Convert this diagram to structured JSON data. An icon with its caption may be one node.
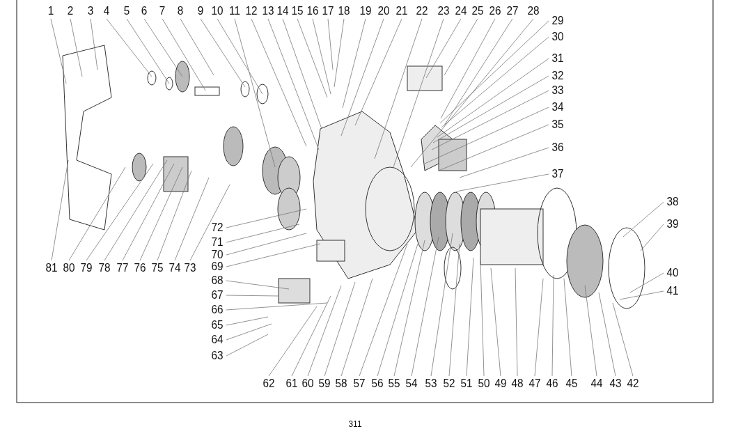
{
  "diagram": {
    "nodes": [
      {
        "text": [
          "1"
        ]
      },
      {
        "text": [
          "2"
        ]
      },
      {
        "text": [
          "3"
        ]
      },
      {
        "text": [
          "4"
        ]
      },
      {
        "text": [
          "5"
        ]
      },
      {
        "text": [
          "6"
        ]
      },
      {
        "text": [
          "7"
        ]
      },
      {
        "text": [
          "8"
        ]
      },
      {
        "text": [
          "9"
        ]
      },
      {
        "text": [
          "10"
        ]
      },
      {
        "text": [
          "11"
        ]
      },
      {
        "text": [
          "12"
        ]
      },
      {
        "text": [
          "13"
        ]
      },
      {
        "text": [
          "14"
        ]
      },
      {
        "text": [
          "15"
        ]
      },
      {
        "text": [
          "16"
        ]
      },
      {
        "text": [
          "17"
        ]
      },
      {
        "text": [
          "18"
        ]
      },
      {
        "text": [
          "19"
        ]
      },
      {
        "text": [
          "20"
        ]
      },
      {
        "text": [
          "21"
        ]
      },
      {
        "text": [
          "22"
        ]
      },
      {
        "text": [
          "23"
        ]
      },
      {
        "text": [
          "24"
        ]
      },
      {
        "text": [
          "25"
        ]
      },
      {
        "text": [
          "26"
        ]
      },
      {
        "text": [
          "27"
        ]
      },
      {
        "text": [
          "28"
        ]
      },
      {
        "text": [
          "29"
        ]
      },
      {
        "text": [
          "30"
        ]
      },
      {
        "text": [
          "31"
        ]
      },
      {
        "text": [
          "32"
        ]
      },
      {
        "text": [
          "33"
        ]
      },
      {
        "text": [
          "34"
        ]
      },
      {
        "text": [
          "35"
        ]
      },
      {
        "text": [
          "36"
        ]
      },
      {
        "text": [
          "37"
        ]
      },
      {
        "text": [
          "38"
        ]
      },
      {
        "text": [
          "39"
        ]
      },
      {
        "text": [
          "40"
        ]
      },
      {
        "text": [
          "41"
        ]
      },
      {
        "text": [
          "42"
        ]
      },
      {
        "text": [
          "43"
        ]
      },
      {
        "text": [
          "44"
        ]
      },
      {
        "text": [
          "45"
        ]
      },
      {
        "text": [
          "46"
        ]
      },
      {
        "text": [
          "47"
        ]
      },
      {
        "text": [
          "48"
        ]
      },
      {
        "text": [
          "49"
        ]
      },
      {
        "text": [
          "50"
        ]
      },
      {
        "text": [
          "51"
        ]
      },
      {
        "text": [
          "52"
        ]
      },
      {
        "text": [
          "53"
        ]
      },
      {
        "text": [
          "54"
        ]
      },
      {
        "text": [
          "55"
        ]
      },
      {
        "text": [
          "56"
        ]
      },
      {
        "text": [
          "57"
        ]
      },
      {
        "text": [
          "58"
        ]
      },
      {
        "text": [
          "59"
        ]
      },
      {
        "text": [
          "60"
        ]
      },
      {
        "text": [
          "61"
        ]
      },
      {
        "text": [
          "62"
        ]
      },
      {
        "text": [
          "63"
        ]
      },
      {
        "text": [
          "64"
        ]
      },
      {
        "text": [
          "65"
        ]
      },
      {
        "text": [
          "66"
        ]
      },
      {
        "text": [
          "67"
        ]
      },
      {
        "text": [
          "68"
        ]
      },
      {
        "text": [
          "69"
        ]
      },
      {
        "text": [
          "70"
        ]
      },
      {
        "text": [
          "71"
        ]
      },
      {
        "text": [
          "72"
        ]
      },
      {
        "text": [
          "73"
        ]
      },
      {
        "text": [
          "74"
        ]
      },
      {
        "text": [
          "75"
        ]
      },
      {
        "text": [
          "76"
        ]
      },
      {
        "text": [
          "77"
        ]
      },
      {
        "text": [
          "78"
        ]
      },
      {
        "text": [
          "79"
        ]
      },
      {
        "text": [
          "80"
        ]
      },
      {
        "text": [
          "81"
        ]
      }
    ],
    "edges": [
      {
        "from": 0,
        "to": null,
        "arrow": "none"
      },
      {
        "from": 1,
        "to": null,
        "arrow": "none"
      },
      {
        "from": 2,
        "to": null,
        "arrow": "none"
      },
      {
        "from": 3,
        "to": null,
        "arrow": "none"
      },
      {
        "from": 4,
        "to": null,
        "arrow": "none"
      },
      {
        "from": 5,
        "to": null,
        "arrow": "none"
      },
      {
        "from": 6,
        "to": null,
        "arrow": "none"
      },
      {
        "from": 7,
        "to": null,
        "arrow": "none"
      },
      {
        "from": 8,
        "to": null,
        "arrow": "none"
      },
      {
        "from": 9,
        "to": null,
        "arrow": "none"
      },
      {
        "from": 10,
        "to": null,
        "arrow": "none"
      },
      {
        "from": 11,
        "to": null,
        "arrow": "none"
      },
      {
        "from": 12,
        "to": null,
        "arrow": "none"
      },
      {
        "from": 13,
        "to": null,
        "arrow": "none"
      },
      {
        "from": 14,
        "to": null,
        "arrow": "none"
      },
      {
        "from": 15,
        "to": null,
        "arrow": "none"
      },
      {
        "from": 16,
        "to": null,
        "arrow": "none"
      },
      {
        "from": 17,
        "to": null,
        "arrow": "none"
      },
      {
        "from": 18,
        "to": null,
        "arrow": "none"
      },
      {
        "from": 19,
        "to": null,
        "arrow": "none"
      },
      {
        "from": 20,
        "to": null,
        "arrow": "none"
      },
      {
        "from": 21,
        "to": null,
        "arrow": "none"
      },
      {
        "from": 22,
        "to": null,
        "arrow": "none"
      },
      {
        "from": 23,
        "to": null,
        "arrow": "none"
      },
      {
        "from": 24,
        "to": null,
        "arrow": "none"
      },
      {
        "from": 25,
        "to": null,
        "arrow": "none"
      },
      {
        "from": 26,
        "to": null,
        "arrow": "none"
      },
      {
        "from": 27,
        "to": null,
        "arrow": "none"
      },
      {
        "from": 28,
        "to": null,
        "arrow": "none"
      },
      {
        "from": 29,
        "to": null,
        "arrow": "none"
      },
      {
        "from": 30,
        "to": null,
        "arrow": "none"
      },
      {
        "from": 31,
        "to": null,
        "arrow": "none"
      },
      {
        "from": 32,
        "to": null,
        "arrow": "none"
      },
      {
        "from": 33,
        "to": null,
        "arrow": "none"
      },
      {
        "from": 34,
        "to": null,
        "arrow": "none"
      },
      {
        "from": 35,
        "to": null,
        "arrow": "none"
      },
      {
        "from": 36,
        "to": null,
        "arrow": "none"
      },
      {
        "from": 37,
        "to": null,
        "arrow": "none"
      },
      {
        "from": 38,
        "to": null,
        "arrow": "none"
      },
      {
        "from": 39,
        "to": null,
        "arrow": "none"
      },
      {
        "from": 40,
        "to": null,
        "arrow": "none"
      },
      {
        "from": 41,
        "to": null,
        "arrow": "none"
      },
      {
        "from": 42,
        "to": null,
        "arrow": "none"
      },
      {
        "from": 43,
        "to": null,
        "arrow": "none"
      },
      {
        "from": 44,
        "to": null,
        "arrow": "none"
      },
      {
        "from": 45,
        "to": null,
        "arrow": "none"
      },
      {
        "from": 46,
        "to": null,
        "arrow": "none"
      },
      {
        "from": 47,
        "to": null,
        "arrow": "none"
      },
      {
        "from": 48,
        "to": null,
        "arrow": "none"
      },
      {
        "from": 49,
        "to": null,
        "arrow": "none"
      },
      {
        "from": 50,
        "to": null,
        "arrow": "none"
      },
      {
        "from": 51,
        "to": null,
        "arrow": "none"
      },
      {
        "from": 52,
        "to": null,
        "arrow": "none"
      },
      {
        "from": 53,
        "to": null,
        "arrow": "none"
      },
      {
        "from": 54,
        "to": null,
        "arrow": "none"
      },
      {
        "from": 55,
        "to": null,
        "arrow": "none"
      },
      {
        "from": 56,
        "to": null,
        "arrow": "none"
      },
      {
        "from": 57,
        "to": null,
        "arrow": "none"
      },
      {
        "from": 58,
        "to": null,
        "arrow": "none"
      },
      {
        "from": 59,
        "to": null,
        "arrow": "none"
      },
      {
        "from": 60,
        "to": null,
        "arrow": "none"
      },
      {
        "from": 61,
        "to": null,
        "arrow": "none"
      },
      {
        "from": 62,
        "to": null,
        "arrow": "none"
      },
      {
        "from": 63,
        "to": null,
        "arrow": "none"
      },
      {
        "from": 64,
        "to": null,
        "arrow": "none"
      },
      {
        "from": 65,
        "to": null,
        "arrow": "none"
      },
      {
        "from": 66,
        "to": null,
        "arrow": "none"
      },
      {
        "from": 67,
        "to": null,
        "arrow": "none"
      },
      {
        "from": 68,
        "to": null,
        "arrow": "none"
      },
      {
        "from": 69,
        "to": null,
        "arrow": "none"
      },
      {
        "from": 70,
        "to": null,
        "arrow": "none"
      },
      {
        "from": 71,
        "to": null,
        "arrow": "none"
      },
      {
        "from": 72,
        "to": null,
        "arrow": "none"
      },
      {
        "from": 73,
        "to": null,
        "arrow": "none"
      },
      {
        "from": 74,
        "to": null,
        "arrow": "none"
      },
      {
        "from": 75,
        "to": null,
        "arrow": "none"
      },
      {
        "from": 76,
        "to": null,
        "arrow": "none"
      },
      {
        "from": 77,
        "to": null,
        "arrow": "none"
      },
      {
        "from": 78,
        "to": null,
        "arrow": "none"
      },
      {
        "from": 79,
        "to": null,
        "arrow": "none"
      },
      {
        "from": 80,
        "to": null,
        "arrow": "none"
      }
    ],
    "labels": [
      "311"
    ]
  }
}
